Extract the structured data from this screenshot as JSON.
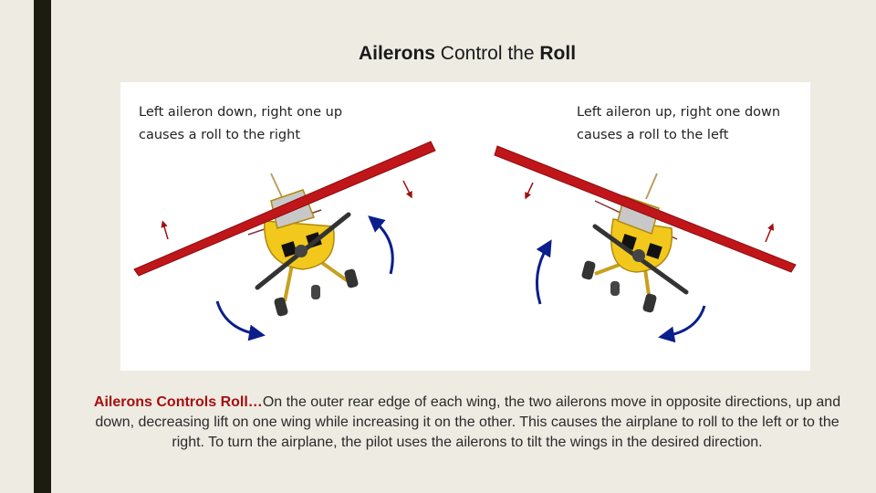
{
  "slide": {
    "title": {
      "bold_1": "Ailerons",
      "middle": " Control the ",
      "bold_2": "Roll"
    },
    "figure": {
      "left_caption": [
        "Left aileron down, right one up",
        "causes a roll to the right"
      ],
      "right_caption": [
        "Left aileron up, right one down",
        "causes a roll to the left"
      ],
      "colors": {
        "wing": "#c0161a",
        "fuselage": "#f2c81c",
        "roll_arrow": "#0a1e8c",
        "aileron_arrow": "#a01010"
      }
    },
    "body": {
      "lead": "Ailerons Controls Roll…",
      "text": "On the outer rear edge of each wing, the two ailerons move in opposite directions, up and down, decreasing lift on one wing while increasing it on the other. This causes the airplane to roll to the left or to the right. To turn the airplane, the pilot uses the ailerons to tilt the wings in the desired direction."
    }
  }
}
